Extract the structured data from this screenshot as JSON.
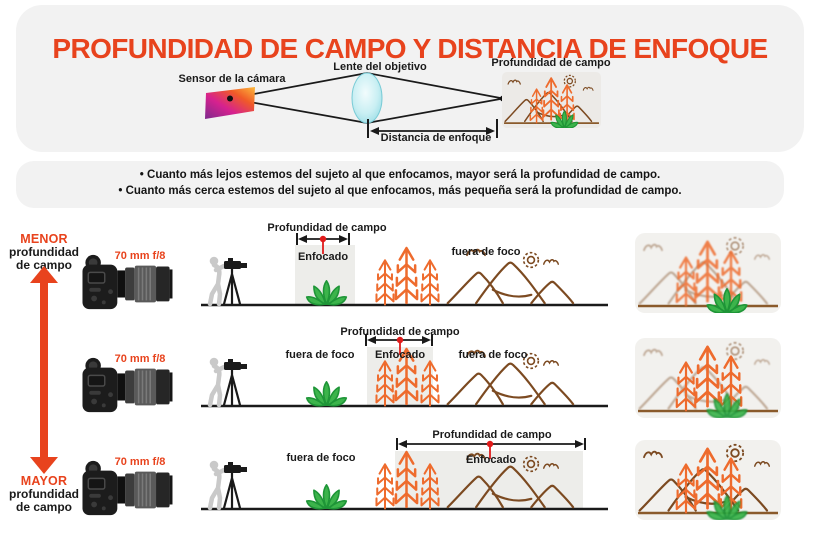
{
  "title": "PROFUNDIDAD DE CAMPO Y DISTANCIA DE ENFOQUE",
  "top_diagram": {
    "sensor_label": "Sensor de la cámara",
    "lens_label": "Lente del objetivo",
    "dof_label": "Profundidad de campo",
    "distance_label": "Distancia de enfoque"
  },
  "notes": [
    "• Cuanto más lejos estemos del sujeto al que enfocamos, mayor será la profundidad de campo.",
    "• Cuanto más cerca estemos del sujeto al que enfocamos, más pequeña será la profundidad de campo."
  ],
  "axis": {
    "top_term": "MENOR",
    "bottom_term": "MAYOR",
    "line1": "profundidad",
    "line2": "de campo"
  },
  "rows": [
    {
      "camera_label": "70 mm f/8",
      "dof_label": "Profundidad de campo",
      "focused_label": "Enfocado",
      "out_right": "fuera de foco"
    },
    {
      "camera_label": "70 mm f/8",
      "dof_label": "Profundidad de campo",
      "focused_label": "Enfocado",
      "out_left": "fuera de foco",
      "out_right": "fuera de foco"
    },
    {
      "camera_label": "70 mm f/8",
      "dof_label": "Profundidad de campo",
      "focused_label": "Enfocado",
      "out_left": "fuera de foco"
    }
  ],
  "colors": {
    "accent": "#E8431D",
    "tree_orange": "#EE6B2D",
    "mountain_brown": "#7C4A21",
    "plant_green": "#3CB44B",
    "panel_gray": "#F2F2F2",
    "focus_dot_red": "#E01B1B"
  }
}
